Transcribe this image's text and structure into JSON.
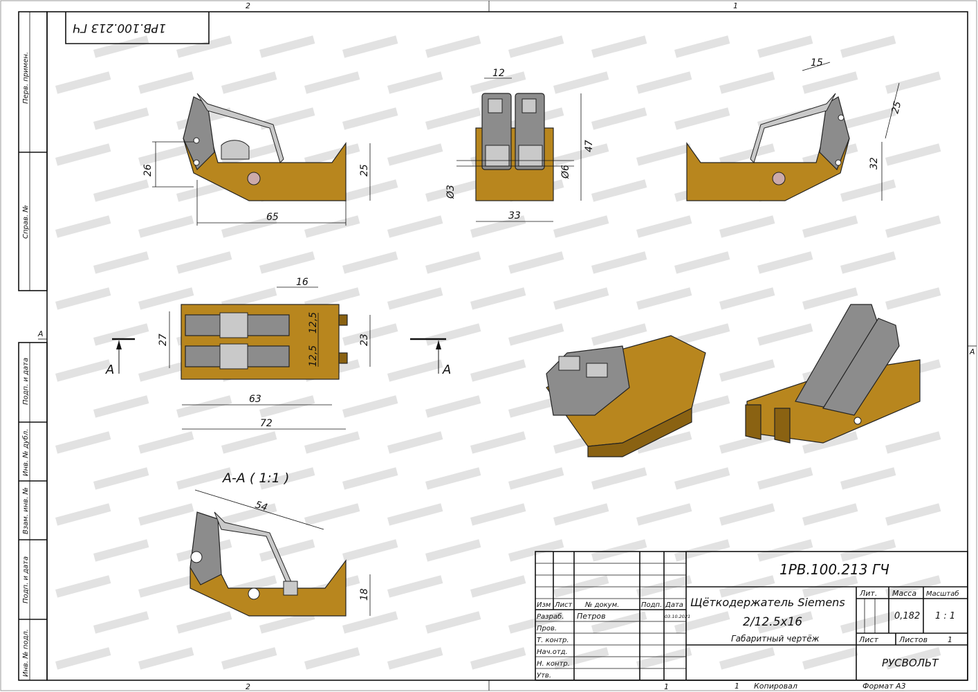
{
  "watermark": {
    "big": "РУСВОЛЬТ",
    "small": "РУСВОЛЬТ"
  },
  "top_stamp": {
    "designation_rotated": "1РВ.100.213 ГЧ"
  },
  "zones": {
    "top": [
      "2",
      "1"
    ],
    "bottom": [
      "2",
      "1"
    ],
    "left": "А",
    "right": "А"
  },
  "side_strip": {
    "upper": [
      "Перв. примен.",
      "Справ. №"
    ],
    "lower": [
      "Подп. и дата",
      "Инв. № дубл.",
      "Взам. инв. №",
      "Подп. и дата",
      "Инв. № подл."
    ]
  },
  "views": {
    "left_side": {
      "dims": [
        "26",
        "25",
        "65"
      ]
    },
    "front": {
      "dims": [
        "12",
        "47",
        "Ø6",
        "Ø3",
        "33"
      ]
    },
    "right_side": {
      "dims": [
        "15",
        "25",
        "32"
      ]
    },
    "top": {
      "dims": [
        "16",
        "12,5",
        "12,5",
        "27",
        "23",
        "63",
        "72"
      ],
      "section_marks": [
        "А",
        "А"
      ]
    },
    "section": {
      "title": "А-А ( 1:1 )",
      "dims": [
        "54",
        "18"
      ]
    }
  },
  "title_block": {
    "designation": "1РВ.100.213 ГЧ",
    "name_line1": "Щёткодержатель Siemens",
    "name_line2": "2/12.5x16",
    "doc_type": "Габаритный чертёж",
    "headers": {
      "izm": "Изм",
      "list": "Лист",
      "doc_no": "№ докум.",
      "sign": "Подп.",
      "date": "Дата"
    },
    "roles": [
      "Разраб.",
      "Пров.",
      "Т. контр.",
      "Нач.отд.",
      "Н. контр.",
      "Утв."
    ],
    "developer": "Петров",
    "date": "03.10.2021",
    "lit_label": "Лит.",
    "mass_label": "Масса",
    "scale_label": "Масштаб",
    "mass": "0,182",
    "scale": "1 : 1",
    "sheet_label": "Лист",
    "sheets_label": "Листов",
    "sheets": "1",
    "company": "РУСВОЛЬТ",
    "copied_no": "1",
    "copied_label": "Копировал",
    "format": "Формат А3"
  }
}
